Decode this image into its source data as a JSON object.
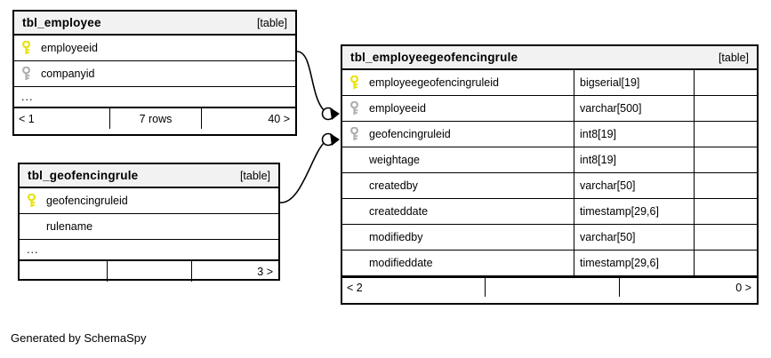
{
  "diagram": {
    "caption": "Generated by SchemaSpy",
    "table_tag": "[table]",
    "ellipsis": "...",
    "colors": {
      "primary_key": "#e8e20a",
      "foreign_key": "#b0b0b0",
      "border": "#000000",
      "header_bg": "#f2f2f2",
      "canvas_bg": "#ffffff"
    }
  },
  "tables": [
    {
      "id": "tbl-employee",
      "name": "tbl_employee",
      "tag": "[table]",
      "columns": [
        {
          "name": "employeeid",
          "key": "primary",
          "type": ""
        },
        {
          "name": "companyid",
          "key": "foreign",
          "type": ""
        }
      ],
      "has_ellipsis": true,
      "footer": {
        "left": "< 1",
        "center": "7 rows",
        "right": "40 >"
      }
    },
    {
      "id": "tbl-geofencingrule",
      "name": "tbl_geofencingrule",
      "tag": "[table]",
      "columns": [
        {
          "name": "geofencingruleid",
          "key": "primary",
          "type": ""
        },
        {
          "name": "rulename",
          "key": "none",
          "type": ""
        }
      ],
      "has_ellipsis": true,
      "footer": {
        "left": "",
        "center": "",
        "right": "3 >"
      }
    },
    {
      "id": "tbl-employeegeofencingrule",
      "name": "tbl_employeegeofencingrule",
      "tag": "[table]",
      "columns": [
        {
          "name": "employeegeofencingruleid",
          "key": "primary",
          "type": "bigserial[19]"
        },
        {
          "name": "employeeid",
          "key": "foreign",
          "type": "varchar[500]"
        },
        {
          "name": "geofencingruleid",
          "key": "foreign",
          "type": "int8[19]"
        },
        {
          "name": "weightage",
          "key": "none",
          "type": "int8[19]"
        },
        {
          "name": "createdby",
          "key": "none",
          "type": "varchar[50]"
        },
        {
          "name": "createddate",
          "key": "none",
          "type": "timestamp[29,6]"
        },
        {
          "name": "modifiedby",
          "key": "none",
          "type": "varchar[50]"
        },
        {
          "name": "modifieddate",
          "key": "none",
          "type": "timestamp[29,6]"
        }
      ],
      "has_ellipsis": false,
      "footer": {
        "left": "< 2",
        "center": "",
        "right": "0 >"
      }
    }
  ],
  "relationships": [
    {
      "from": "tbl_employee.employeeid",
      "to": "tbl_employeegeofencingrule.employeeid"
    },
    {
      "from": "tbl_geofencingrule.geofencingruleid",
      "to": "tbl_employeegeofencingrule.geofencingruleid"
    }
  ]
}
